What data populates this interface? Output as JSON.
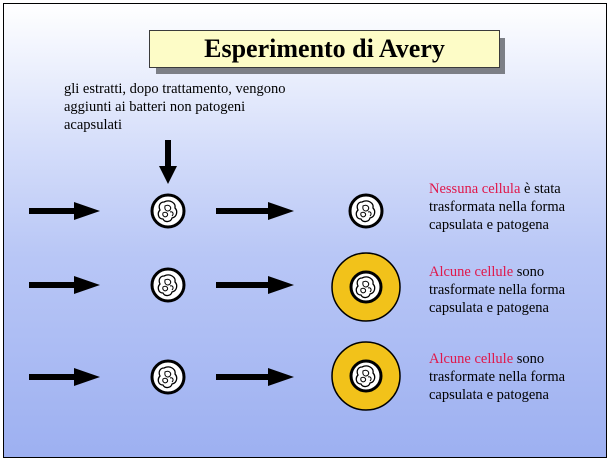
{
  "title": "Esperimento di Avery",
  "intro_text": "gli estratti, dopo trattamento, vengono aggiunti ai batteri non patogeni acapsulati",
  "rows": [
    {
      "highlight": "Nessuna cellula",
      "rest": " è stata trasformata nella forma capsulata e patogena",
      "capsulated": false
    },
    {
      "highlight": "Alcune cellule",
      "rest": " sono trasformate nella forma capsulata e patogena",
      "capsulated": true
    },
    {
      "highlight": "Alcune cellule",
      "rest": " sono trasformate nella forma capsulata e patogena",
      "capsulated": true
    }
  ],
  "colors": {
    "highlight": "#e0174a",
    "capsule": "#f2c21a",
    "title_bg": "#fdfcc7"
  }
}
